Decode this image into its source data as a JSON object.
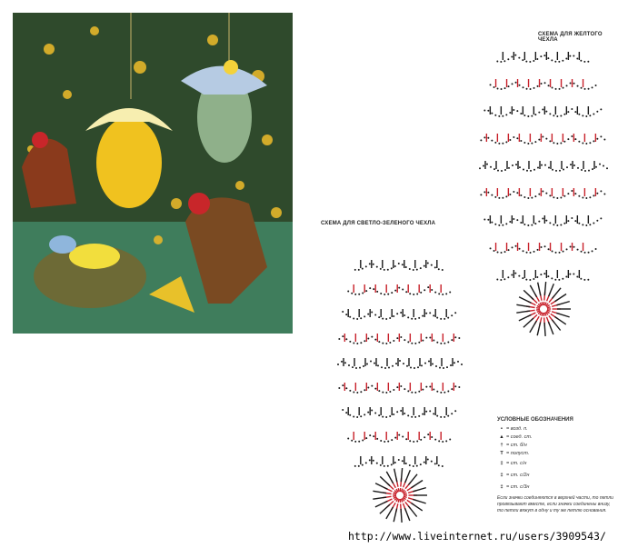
{
  "yellow_scheme_title": "СХЕМА ДЛЯ ЖЕЛТОГО ЧЕХЛА",
  "green_scheme_title": "СХЕМА ДЛЯ СВЕТЛО-ЗЕЛЕНОГО ЧЕХЛА",
  "legend": {
    "title": "УСЛОВНЫЕ ОБОЗНАЧЕНИЯ",
    "items": [
      {
        "symbol": "•",
        "label": "= возд. п."
      },
      {
        "symbol": "▲",
        "label": "= соед. ст."
      },
      {
        "symbol": "†",
        "label": "= ст. б/н"
      },
      {
        "symbol": "T",
        "label": "= полуст."
      },
      {
        "symbol": "‡",
        "label": "= ст. с/н"
      },
      {
        "symbol": "‡",
        "label": "= ст. с/2н"
      },
      {
        "symbol": "‡",
        "label": "= ст. с/3н"
      }
    ],
    "note": "Если значки соединяются в верхней части, то петли провязывают вместе, если значки соединены внизу, то петли вяжут в одну и ту же петлю основания."
  },
  "url": "http://www.liveinternet.ru/users/3909543/",
  "colors": {
    "stitch_black": "#1a1a1a",
    "stitch_red": "#c8202a"
  }
}
